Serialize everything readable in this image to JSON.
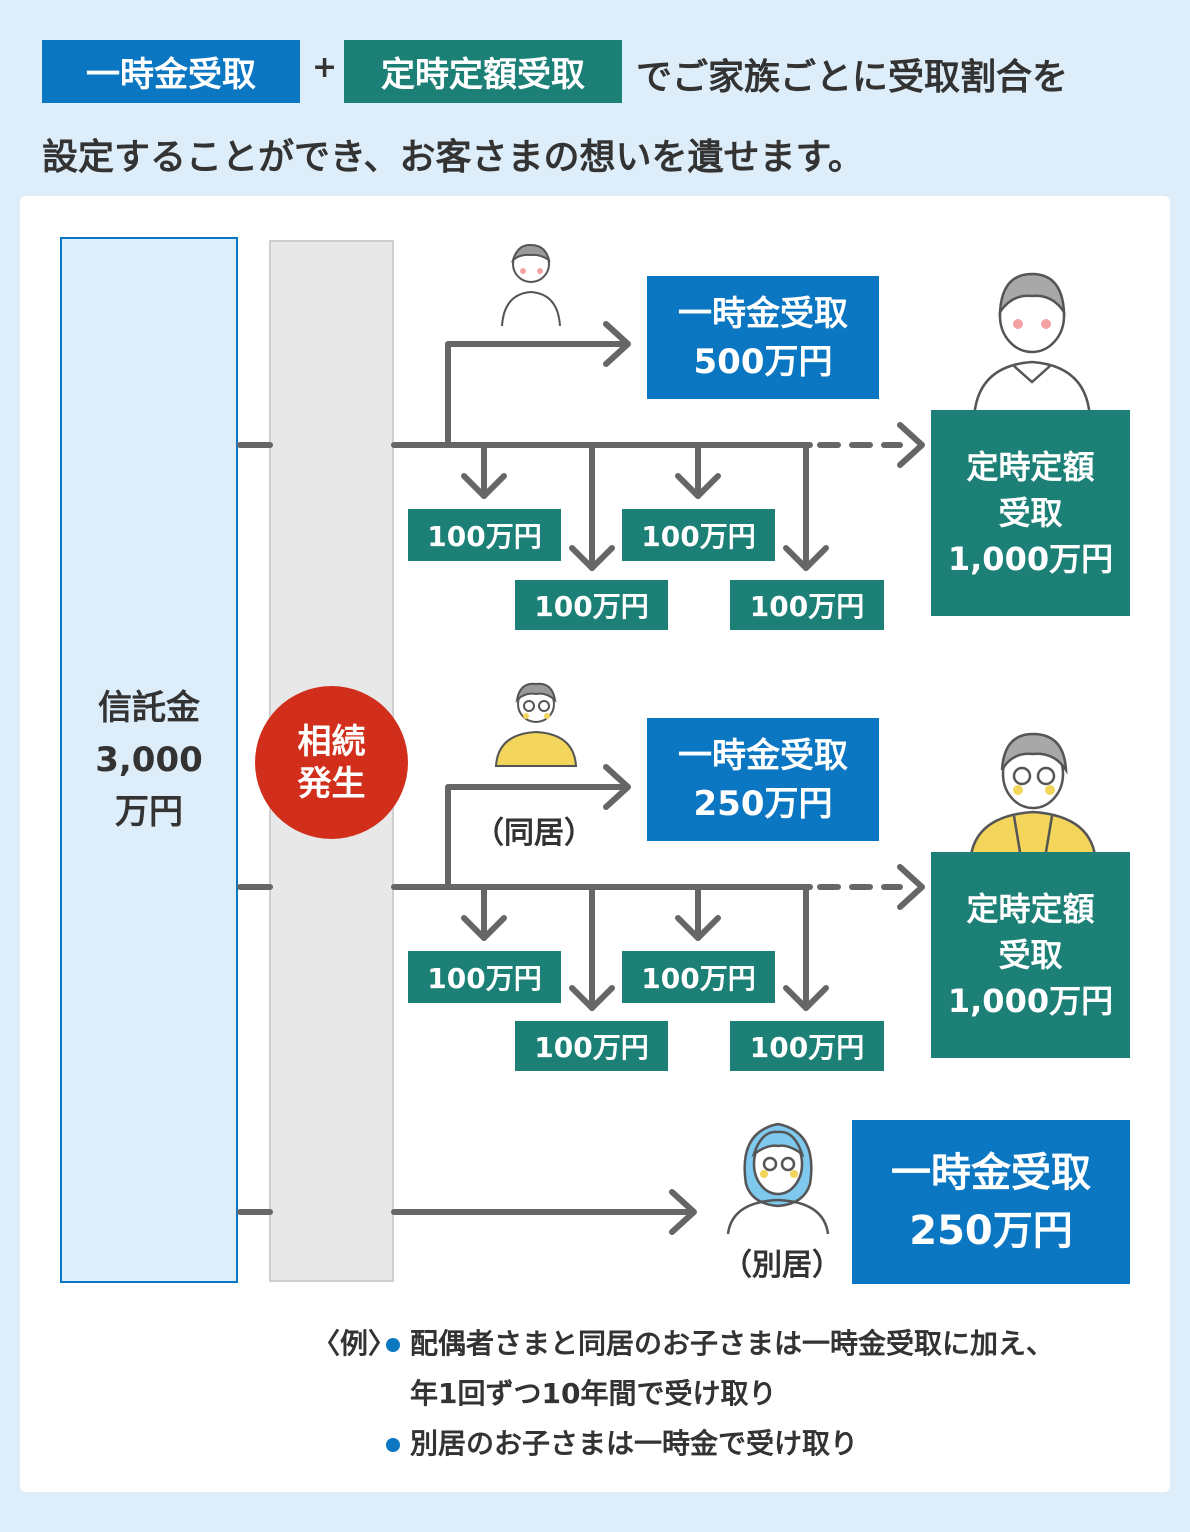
{
  "header": {
    "tag_lump": "一時金受取",
    "plus": "+",
    "tag_periodic": "定時定額受取",
    "line1_rest": "でご家族ごとに受取割合を",
    "line2": "設定することができ、お客さまの想いを遺せます。"
  },
  "trust": {
    "line1": "信託金",
    "line2": "3,000",
    "line3": "万円"
  },
  "inheritance": {
    "line1": "相続",
    "line2": "発生"
  },
  "spouse": {
    "lump_line1": "一時金受取",
    "lump_line2": "500万円",
    "periodic_line1": "定時定額",
    "periodic_line2": "受取",
    "periodic_line3": "1,000万円",
    "installments": [
      "100万円",
      "100万円",
      "100万円",
      "100万円"
    ]
  },
  "child_cohabiting": {
    "note": "（同居）",
    "lump_line1": "一時金受取",
    "lump_line2": "250万円",
    "periodic_line1": "定時定額",
    "periodic_line2": "受取",
    "periodic_line3": "1,000万円",
    "installments": [
      "100万円",
      "100万円",
      "100万円",
      "100万円"
    ]
  },
  "child_separate": {
    "note": "（別居）",
    "lump_line1": "一時金受取",
    "lump_line2": "250万円"
  },
  "footnote": {
    "prefix": "〈例〉",
    "bullet1_line1": "配偶者さまと同居のお子さまは一時金受取に加え、",
    "bullet1_line2": "年1回ずつ10年間で受け取り",
    "bullet2": "別居のお子さまは一時金で受け取り"
  },
  "colors": {
    "blue": "#0b77c2",
    "green": "#1d8077",
    "red": "#d12f1b",
    "arrow": "#666666",
    "background": "#ddeefa"
  }
}
